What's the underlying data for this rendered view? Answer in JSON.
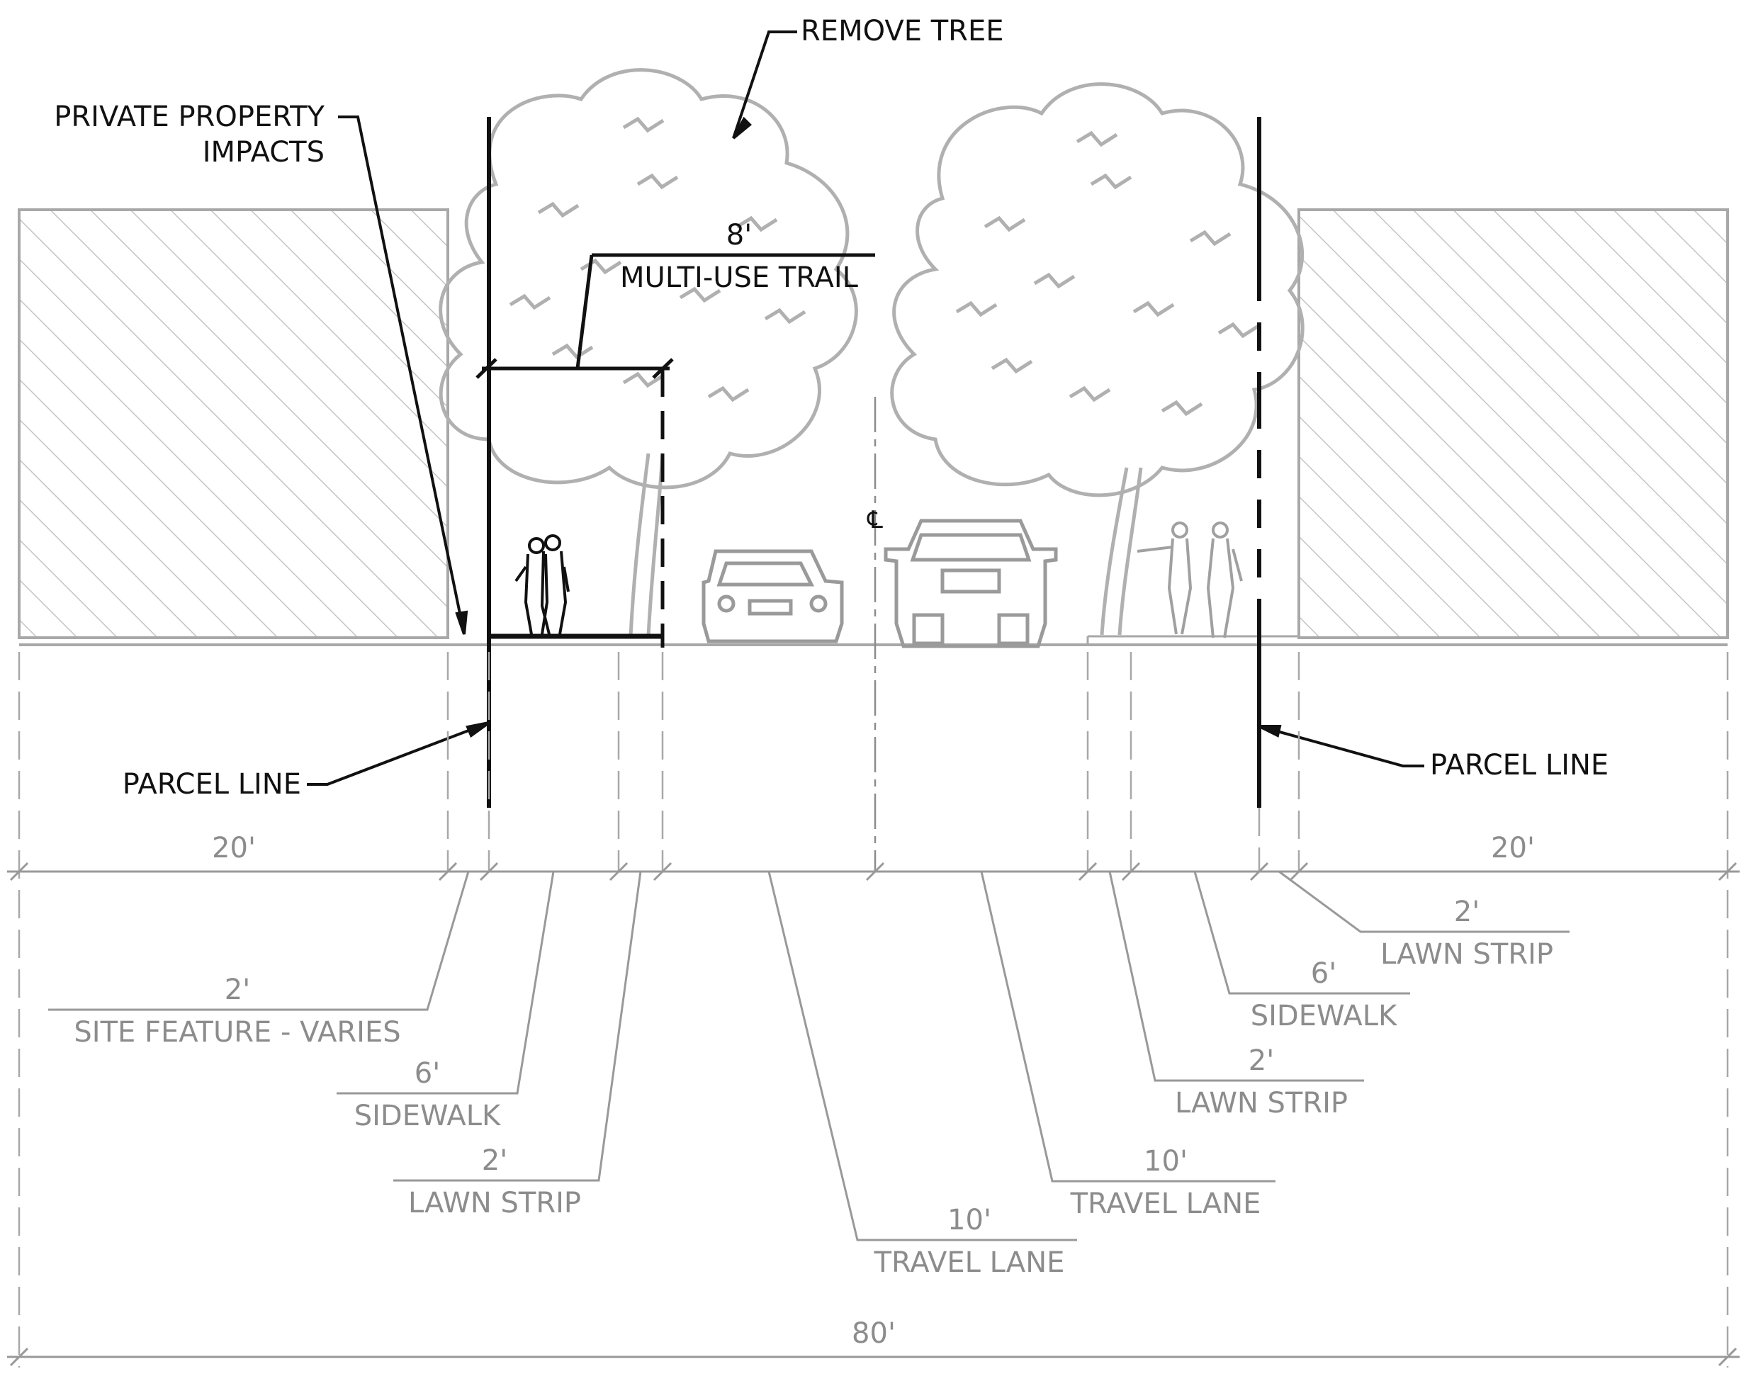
{
  "callouts": {
    "remove_tree": "REMOVE TREE",
    "private_property_line1": "PRIVATE PROPERTY",
    "private_property_line2": "IMPACTS",
    "trail_width": "8'",
    "trail_label": "MULTI-USE TRAIL",
    "centerline_symbol": "℄",
    "parcel_line_left": "PARCEL LINE",
    "parcel_line_right": "PARCEL LINE"
  },
  "dimensions": {
    "left_setback": "20'",
    "right_setback": "20'",
    "total_row": "80'"
  },
  "segments": {
    "site_feature": {
      "width": "2'",
      "label": "SITE FEATURE - VARIES"
    },
    "sidewalk_left": {
      "width": "6'",
      "label": "SIDEWALK"
    },
    "lawn_strip_left": {
      "width": "2'",
      "label": "LAWN STRIP"
    },
    "travel_lane_left": {
      "width": "10'",
      "label": "TRAVEL LANE"
    },
    "travel_lane_right": {
      "width": "10'",
      "label": "TRAVEL LANE"
    },
    "lawn_strip_right_inner": {
      "width": "2'",
      "label": "LAWN STRIP"
    },
    "sidewalk_right": {
      "width": "6'",
      "label": "SIDEWALK"
    },
    "lawn_strip_right_outer": {
      "width": "2'",
      "label": "LAWN STRIP"
    }
  },
  "colors": {
    "proposed_linework": "#111111",
    "existing_linework": "#8c8c8c",
    "background": "#ffffff"
  }
}
